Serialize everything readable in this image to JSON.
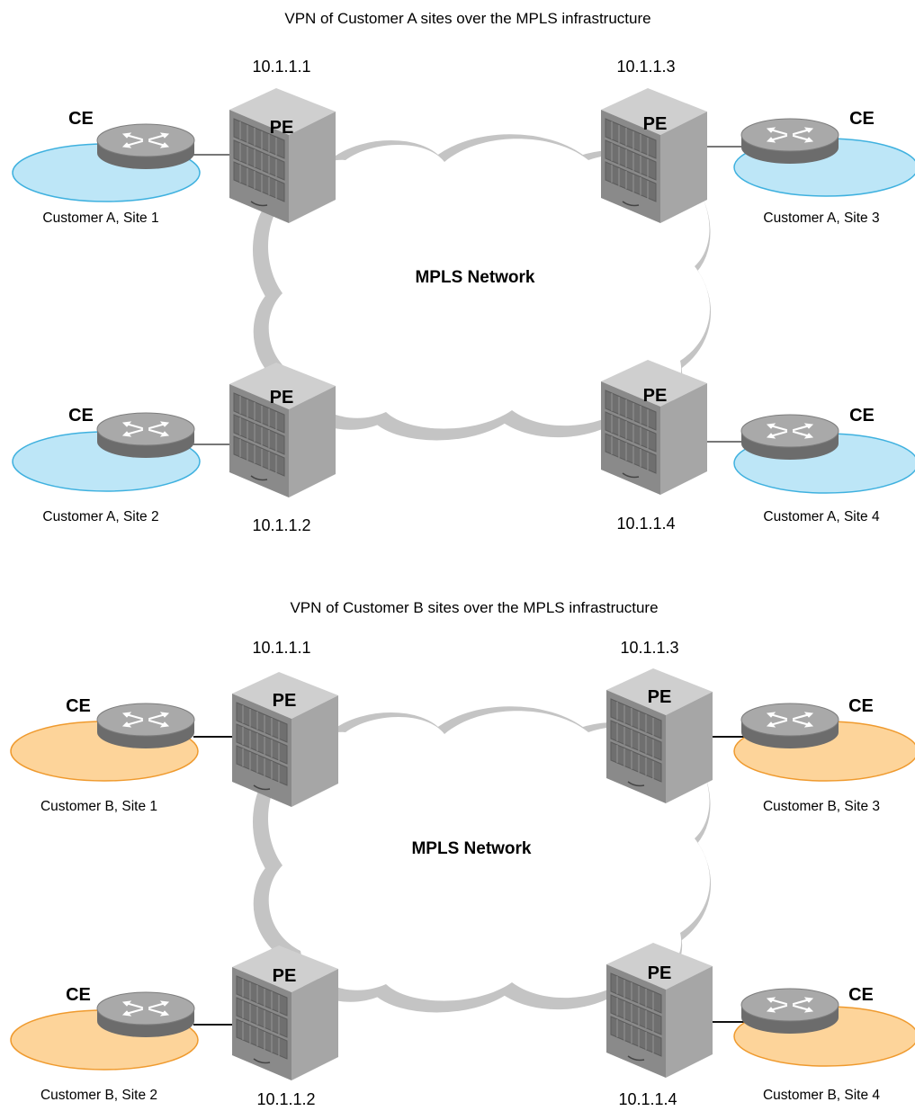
{
  "colors": {
    "cloud_shadow": "#c4c4c4",
    "customer_a_fill": "#bde6f7",
    "customer_a_stroke": "#3fb1df",
    "customer_b_fill": "#fdd49a",
    "customer_b_stroke": "#ef9a2e",
    "router_body": "#8e8e8e",
    "pe_front": "#8a8a8a"
  },
  "device_labels": {
    "pe": "PE",
    "ce": "CE"
  },
  "diagrams": [
    {
      "key": "customer-a",
      "title": "VPN of Customer A sites over the MPLS infrastructure",
      "network_label": "MPLS Network",
      "site_color": "customer_a",
      "pe_addresses": [
        "10.1.1.1",
        "10.1.1.3",
        "10.1.1.2",
        "10.1.1.4"
      ],
      "sites": [
        "Customer A, Site 1",
        "Customer A, Site 3",
        "Customer A, Site 2",
        "Customer A, Site 4"
      ]
    },
    {
      "key": "customer-b",
      "title": "VPN of Customer B sites over the MPLS infrastructure",
      "network_label": "MPLS Network",
      "site_color": "customer_b",
      "pe_addresses": [
        "10.1.1.1",
        "10.1.1.3",
        "10.1.1.2",
        "10.1.1.4"
      ],
      "sites": [
        "Customer B, Site 1",
        "Customer B, Site 3",
        "Customer B, Site 2",
        "Customer B, Site 4"
      ]
    }
  ]
}
